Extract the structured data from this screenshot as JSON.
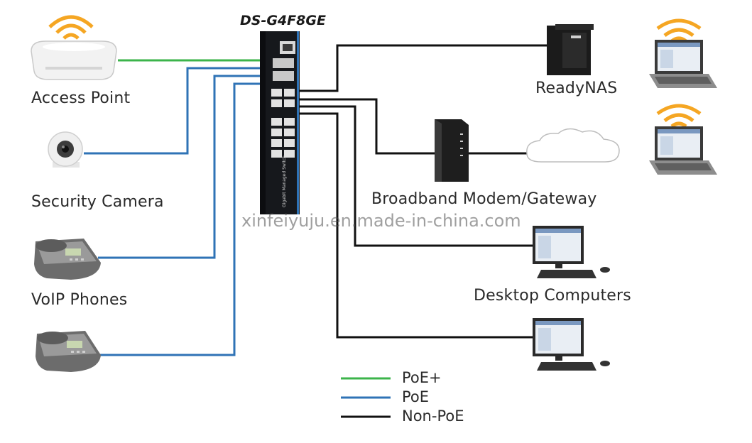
{
  "title": "DS-G4F8GE",
  "watermark": "xinfeiyuju.en.made-in-china.com",
  "colors": {
    "poe_plus": "#3cb44b",
    "poe": "#2f73b6",
    "non_poe": "#111111"
  },
  "devices": {
    "access_point": "Access Point",
    "security_camera": "Security Camera",
    "voip_phones": "VoIP Phones",
    "readynas": "ReadyNAS",
    "modem": "Broadband Modem/Gateway",
    "desktops": "Desktop Computers"
  },
  "switch_text": "Gigabit Managed Switch",
  "legend": [
    {
      "label": "PoE+",
      "color": "#3cb44b"
    },
    {
      "label": "PoE",
      "color": "#2f73b6"
    },
    {
      "label": "Non-PoE",
      "color": "#111111"
    }
  ]
}
